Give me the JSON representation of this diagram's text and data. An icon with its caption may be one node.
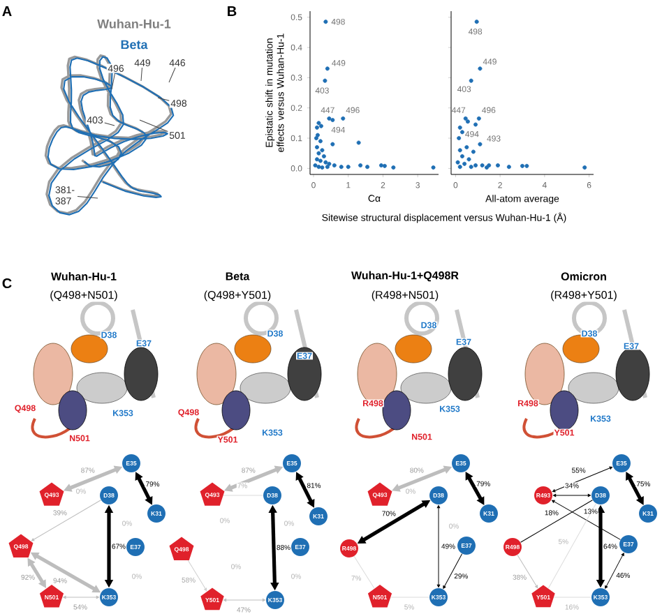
{
  "diagram": {
    "nodes": [
      {
        "text": [
          "496"
        ]
      },
      {
        "text": [
          "449"
        ]
      },
      {
        "text": [
          "446"
        ]
      },
      {
        "text": [
          "498"
        ]
      },
      {
        "text": [
          "403"
        ]
      },
      {
        "text": [
          "501"
        ]
      },
      {
        "text": [
          "381-387"
        ]
      },
      {
        "text": [
          "E35"
        ]
      },
      {
        "text": [
          "Q493"
        ]
      },
      {
        "text": [
          "D38"
        ]
      },
      {
        "text": [
          "K31"
        ]
      },
      {
        "text": [
          "Q498"
        ]
      },
      {
        "text": [
          "E37"
        ]
      },
      {
        "text": [
          "N501"
        ]
      },
      {
        "text": [
          "K353"
        ]
      },
      {
        "text": [
          "E35"
        ]
      },
      {
        "text": [
          "Q493"
        ]
      },
      {
        "text": [
          "D38"
        ]
      },
      {
        "text": [
          "K31"
        ]
      },
      {
        "text": [
          "Q498"
        ]
      },
      {
        "text": [
          "E37"
        ]
      },
      {
        "text": [
          "Y501"
        ]
      },
      {
        "text": [
          "K353"
        ]
      },
      {
        "text": [
          "E35"
        ]
      },
      {
        "text": [
          "Q493"
        ]
      },
      {
        "text": [
          "D38"
        ]
      },
      {
        "text": [
          "K31"
        ]
      },
      {
        "text": [
          "R498"
        ]
      },
      {
        "text": [
          "E37"
        ]
      },
      {
        "text": [
          "N501"
        ]
      },
      {
        "text": [
          "K353"
        ]
      },
      {
        "text": [
          "E35"
        ]
      },
      {
        "text": [
          "R493"
        ]
      },
      {
        "text": [
          "D38"
        ]
      },
      {
        "text": [
          "K31"
        ]
      },
      {
        "text": [
          "R498"
        ]
      },
      {
        "text": [
          "E37"
        ]
      },
      {
        "text": [
          "Y501"
        ]
      },
      {
        "text": [
          "K353"
        ]
      }
    ],
    "edges": [
      {
        "from": 0,
        "to": null,
        "arrow": "none",
        "color": "#444444"
      },
      {
        "from": 1,
        "to": null,
        "arrow": "none",
        "color": "#444444"
      },
      {
        "from": 2,
        "to": null,
        "arrow": "none",
        "color": "#444444"
      },
      {
        "from": 3,
        "to": null,
        "arrow": "none",
        "color": "#444444"
      },
      {
        "from": 4,
        "to": null,
        "arrow": "none",
        "color": "#444444"
      },
      {
        "from": 5,
        "to": null,
        "arrow": "none",
        "color": "#444444"
      },
      {
        "from": 6,
        "to": null,
        "arrow": "none",
        "color": "#444444"
      },
      {
        "from": 8,
        "to": 7,
        "arrow": "both",
        "label": "87%",
        "style": "thick",
        "color": "#bdbdbd"
      },
      {
        "from": 7,
        "to": 10,
        "arrow": "both",
        "label": "79%",
        "style": "thick"
      },
      {
        "from": 9,
        "to": 11,
        "arrow": "to",
        "label": "39%",
        "color": "#bdbdbd"
      },
      {
        "from": 9,
        "to": 14,
        "arrow": "both",
        "label": "67%",
        "style": "thick"
      },
      {
        "from": 11,
        "to": 14,
        "arrow": "both",
        "label": "94%",
        "style": "thick",
        "color": "#bdbdbd"
      },
      {
        "from": 11,
        "to": 13,
        "arrow": "both",
        "label": "92%",
        "style": "thick",
        "color": "#bdbdbd"
      },
      {
        "from": 13,
        "to": 14,
        "arrow": "both",
        "label": "54%",
        "color": "#bdbdbd"
      },
      {
        "from": 16,
        "to": 15,
        "arrow": "both",
        "label": "87%",
        "style": "thick",
        "color": "#bdbdbd"
      },
      {
        "from": 15,
        "to": 18,
        "arrow": "both",
        "label": "81%",
        "style": "thick"
      },
      {
        "from": 16,
        "to": 17,
        "arrow": "none",
        "label": "7%",
        "color": "#dcdcdc"
      },
      {
        "from": 17,
        "to": 22,
        "arrow": "both",
        "label": "88%",
        "style": "thick"
      },
      {
        "from": 19,
        "to": 21,
        "arrow": "to",
        "label": "58%",
        "color": "#cfcfcf"
      },
      {
        "from": 21,
        "to": 22,
        "arrow": "both",
        "label": "47%",
        "color": "#bdbdbd"
      },
      {
        "from": 24,
        "to": 23,
        "arrow": "both",
        "label": "80%",
        "style": "thick",
        "color": "#bdbdbd"
      },
      {
        "from": 23,
        "to": 26,
        "arrow": "both",
        "label": "79%",
        "style": "thick"
      },
      {
        "from": 27,
        "to": 25,
        "arrow": "both",
        "label": "70%",
        "style": "thick"
      },
      {
        "from": 25,
        "to": 30,
        "arrow": "both",
        "label": "49%"
      },
      {
        "from": 28,
        "to": 30,
        "arrow": "to",
        "label": "29%"
      },
      {
        "from": 27,
        "to": 29,
        "arrow": "none",
        "label": "7%",
        "color": "#dcdcdc"
      },
      {
        "from": 29,
        "to": 30,
        "arrow": "none",
        "label": "5%",
        "color": "#dcdcdc"
      },
      {
        "from": 32,
        "to": 31,
        "arrow": "both",
        "label": "55%"
      },
      {
        "from": 31,
        "to": 34,
        "arrow": "both",
        "label": "75%",
        "style": "thick"
      },
      {
        "from": 32,
        "to": 33,
        "arrow": "both",
        "label": "34%"
      },
      {
        "from": 36,
        "to": 32,
        "arrow": "to",
        "label": "13%"
      },
      {
        "from": 33,
        "to": 35,
        "arrow": "none",
        "label": "18%"
      },
      {
        "from": 33,
        "to": 38,
        "arrow": "both",
        "label": "64%",
        "style": "thick"
      },
      {
        "from": 38,
        "to": 36,
        "arrow": "both",
        "label": "46%"
      },
      {
        "from": 37,
        "to": 33,
        "arrow": "none",
        "label": "5%",
        "color": "#dcdcdc"
      },
      {
        "from": 35,
        "to": 37,
        "arrow": "to",
        "label": "38%",
        "color": "#bdbdbd"
      },
      {
        "from": 37,
        "to": 38,
        "arrow": "none",
        "label": "16%",
        "color": "#dcdcdc"
      }
    ],
    "labels": [
      "A",
      "B",
      "C",
      "Sitewise structural displacement versus Wuhan-Hu-1 (Å)",
      "Wuhan-Hu-1",
      "(Q498+N501)",
      "Beta",
      "(Q498+Y501)",
      "Wuhan-Hu-1+Q498R",
      "(R498+N501)",
      "Omicron",
      "(R498+Y501)",
      "D38",
      "E37",
      "Q498",
      "K353",
      "N501",
      "D38",
      "E37",
      "Q498",
      "K353",
      "Y501",
      "D38",
      "E37",
      "R498",
      "K353",
      "N501",
      "D38",
      "E37",
      "R498",
      "K353",
      "Y501",
      "0%",
      "0%",
      "0%",
      "0%",
      "0%",
      "0%",
      "0%",
      "0%",
      "0%"
    ],
    "legend": [
      {
        "text": "Wuhan-Hu-1",
        "color": "#7f7f7f"
      },
      {
        "text": "Beta",
        "color": "#1f6fb4"
      }
    ],
    "chart_data": [
      {
        "type": "scatter",
        "xlabel": "Cα",
        "ylabel": "Epistatic shift in mutation effects versus Wuhan-Hu-1",
        "xlim": [
          -0.1,
          3.6
        ],
        "ylim": [
          -0.02,
          0.52
        ],
        "xticks": [
          0,
          1,
          2,
          3
        ],
        "yticks": [
          {
            "value": 0,
            "label": "0.0"
          },
          {
            "value": 0.1,
            "label": "0.1"
          },
          {
            "value": 0.2,
            "label": "0.2"
          },
          {
            "value": 0.3,
            "label": "0.3"
          },
          {
            "value": 0.4,
            "label": "0.4"
          },
          {
            "value": 0.5,
            "label": "0.5"
          }
        ],
        "series": [
          {
            "color": "#1f6fb4",
            "x": [
              0.35,
              0.4,
              0.33,
              0.45,
              0.55,
              0.85,
              0.15,
              0.22,
              0.1,
              0.12,
              0.08,
              0.2,
              0.55,
              1.3,
              0.1,
              0.25,
              0.15,
              0.3,
              0.1,
              0.2,
              0.35,
              0.45,
              0.6,
              0.05,
              0.15,
              0.8,
              1.0,
              1.35,
              1.55,
              1.95,
              2.05,
              2.3,
              3.45,
              0.25,
              0.4
            ],
            "values": [
              0.485,
              0.33,
              0.29,
              0.165,
              0.16,
              0.165,
              0.15,
              0.14,
              0.135,
              0.11,
              0.1,
              0.09,
              0.08,
              0.085,
              0.07,
              0.06,
              0.05,
              0.04,
              0.03,
              0.025,
              0.02,
              0.015,
              0.01,
              0.01,
              0.005,
              0.005,
              0.005,
              0.01,
              0.005,
              0.01,
              0.008,
              0.003,
              0.003,
              0.003,
              0.005
            ]
          }
        ],
        "annotations": [
          {
            "x": 0.35,
            "y": 0.485,
            "text": "498"
          },
          {
            "x": 0.4,
            "y": 0.33,
            "text": "449"
          },
          {
            "x": 0.33,
            "y": 0.29,
            "text": "403"
          },
          {
            "x": 0.45,
            "y": 0.165,
            "text": "447"
          },
          {
            "x": 0.55,
            "y": 0.16,
            "text": "494"
          },
          {
            "x": 0.85,
            "y": 0.165,
            "text": "496"
          }
        ]
      },
      {
        "type": "scatter",
        "xlabel": "All-atom average",
        "xlim": [
          -0.2,
          6.2
        ],
        "ylim": [
          -0.02,
          0.52
        ],
        "xticks": [
          0,
          2,
          4,
          6
        ],
        "series": [
          {
            "color": "#1f6fb4",
            "x": [
              0.95,
              1.1,
              0.7,
              0.45,
              1.05,
              0.55,
              0.9,
              0.2,
              0.3,
              0.15,
              1.1,
              0.8,
              0.5,
              0.2,
              0.3,
              0.6,
              0.1,
              0.4,
              0.9,
              1.2,
              1.5,
              1.9,
              2.4,
              3.0,
              3.2,
              5.8,
              0.2,
              0.7,
              1.4
            ],
            "values": [
              0.485,
              0.33,
              0.29,
              0.165,
              0.165,
              0.155,
              0.145,
              0.135,
              0.12,
              0.1,
              0.08,
              0.055,
              0.07,
              0.06,
              0.04,
              0.03,
              0.02,
              0.015,
              0.01,
              0.01,
              0.01,
              0.01,
              0.005,
              0.008,
              0.008,
              0.003,
              0.005,
              0.005,
              0.003
            ]
          }
        ],
        "annotations": [
          {
            "x": 0.95,
            "y": 0.485,
            "text": "498"
          },
          {
            "x": 1.1,
            "y": 0.33,
            "text": "449"
          },
          {
            "x": 0.7,
            "y": 0.29,
            "text": "403"
          },
          {
            "x": 0.45,
            "y": 0.165,
            "text": "447"
          },
          {
            "x": 1.05,
            "y": 0.165,
            "text": "496"
          },
          {
            "x": 0.55,
            "y": 0.155,
            "text": "494"
          },
          {
            "x": 0.9,
            "y": 0.145,
            "text": "493"
          }
        ]
      }
    ]
  }
}
